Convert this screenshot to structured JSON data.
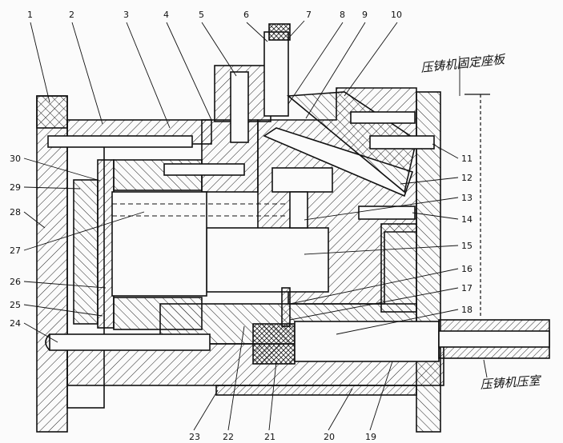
{
  "callouts": [
    {
      "id": "1",
      "label": "1"
    },
    {
      "id": "2",
      "label": "2"
    },
    {
      "id": "3",
      "label": "3"
    },
    {
      "id": "4",
      "label": "4"
    },
    {
      "id": "5",
      "label": "5"
    },
    {
      "id": "6",
      "label": "6"
    },
    {
      "id": "7",
      "label": "7"
    },
    {
      "id": "8",
      "label": "8"
    },
    {
      "id": "9",
      "label": "9"
    },
    {
      "id": "10",
      "label": "10"
    },
    {
      "id": "11",
      "label": "11"
    },
    {
      "id": "12",
      "label": "12"
    },
    {
      "id": "13",
      "label": "13"
    },
    {
      "id": "14",
      "label": "14"
    },
    {
      "id": "15",
      "label": "15"
    },
    {
      "id": "16",
      "label": "16"
    },
    {
      "id": "17",
      "label": "17"
    },
    {
      "id": "18",
      "label": "18"
    },
    {
      "id": "19",
      "label": "19"
    },
    {
      "id": "20",
      "label": "20"
    },
    {
      "id": "21",
      "label": "21"
    },
    {
      "id": "22",
      "label": "22"
    },
    {
      "id": "23",
      "label": "23"
    },
    {
      "id": "24",
      "label": "24"
    },
    {
      "id": "25",
      "label": "25"
    },
    {
      "id": "26",
      "label": "26"
    },
    {
      "id": "27",
      "label": "27"
    },
    {
      "id": "28",
      "label": "28"
    },
    {
      "id": "29",
      "label": "29"
    },
    {
      "id": "30",
      "label": "30"
    }
  ],
  "annotations": {
    "fixed_platen": "压铸机固定座板",
    "pressure_chamber": "压铸机压室"
  }
}
